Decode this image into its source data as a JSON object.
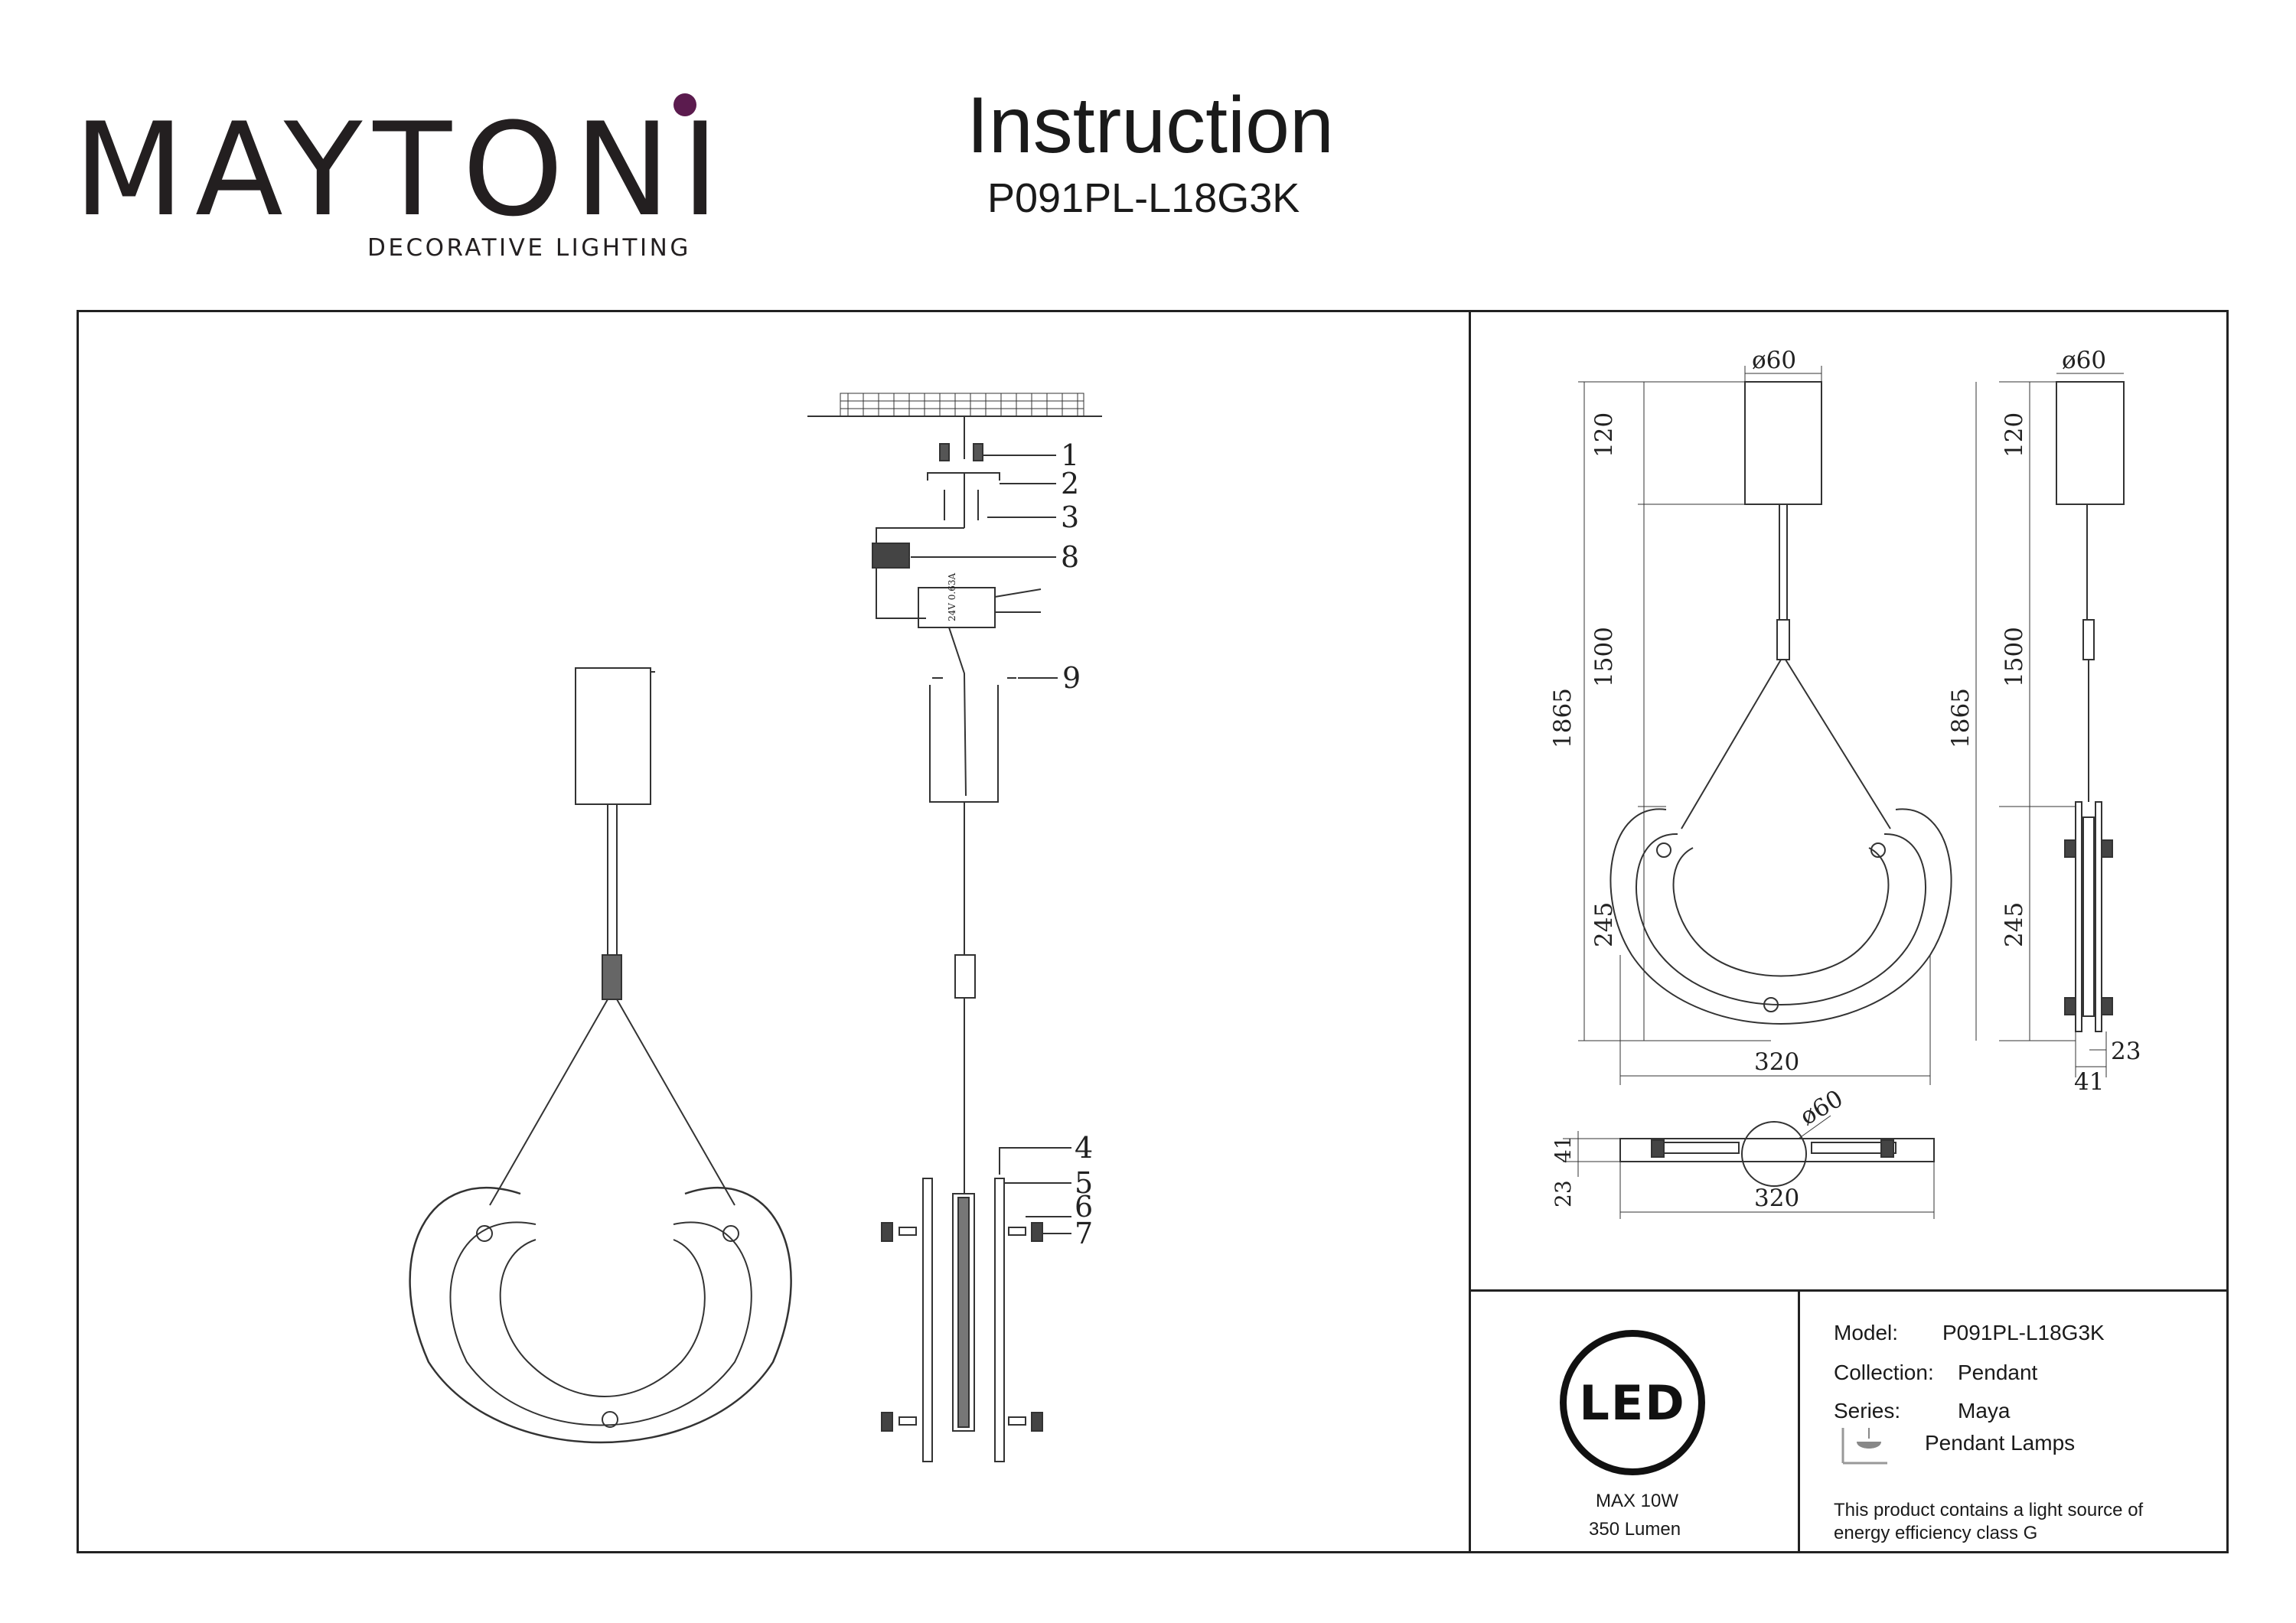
{
  "brand": {
    "logo_word": "MAYTONI",
    "tagline": "DECORATIVE LIGHTING"
  },
  "header": {
    "title": "Instruction",
    "model": "P091PL-L18G3K"
  },
  "assembly_callouts": [
    "1",
    "2",
    "3",
    "8",
    "9",
    "4",
    "5",
    "6",
    "7"
  ],
  "driver_label": "24V 0.63A",
  "dimensions": {
    "canopy_diameter": "ø60",
    "canopy_height": "120",
    "cable_length": "1500",
    "overall_height": "1865",
    "lamp_height": "245",
    "lamp_width": "320",
    "side_depth_a": "23",
    "side_depth_b": "41",
    "top_diameter": "ø60",
    "top_width": "320",
    "top_depth_a": "41",
    "top_depth_b": "23"
  },
  "led_panel": {
    "badge": "LED",
    "power": "MAX 10W",
    "lumen": "350 Lumen"
  },
  "specs": {
    "model_label": "Model:",
    "model_value": "P091PL-L18G3K",
    "collection_label": "Collection:",
    "collection_value": "Pendant",
    "series_label": "Series:",
    "series_value": "Maya",
    "type_value": "Pendant Lamps",
    "energy_line1": "This product contains a light source of",
    "energy_line2": "energy efficiency class G"
  },
  "icons": {
    "pendant": "pendant-lamp-icon"
  }
}
